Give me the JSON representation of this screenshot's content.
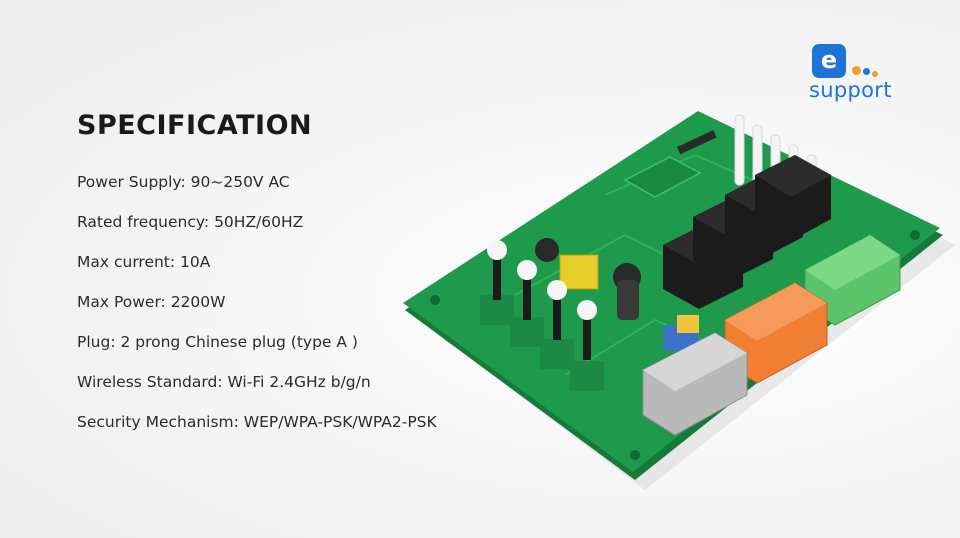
{
  "logo": {
    "badge_letter": "e",
    "word": "support",
    "colors": {
      "brand_blue": "#1e73d8",
      "dot_orange": "#f39c2b",
      "dot_blue": "#1e73d8"
    }
  },
  "title": "SPECIFICATION",
  "specs": [
    "Power Supply: 90~250V AC",
    "Rated frequency: 50HZ/60HZ",
    "Max current: 10A",
    "Max Power: 2200W",
    "Plug: 2 prong Chinese plug (type A )",
    "Wireless Standard: Wi-Fi 2.4GHz b/g/n",
    "Security Mechanism: WEP/WPA-PSK/WPA2-PSK"
  ],
  "board": {
    "colors": {
      "pcb": "#1f9a4c",
      "pcb_edge": "#167a3a",
      "relay": "#1b1b1b",
      "terminal_green": "#5cc46a",
      "terminal_orange": "#f07f34",
      "terminal_gray": "#b9b9b9",
      "button_base": "#1c8a45"
    }
  }
}
